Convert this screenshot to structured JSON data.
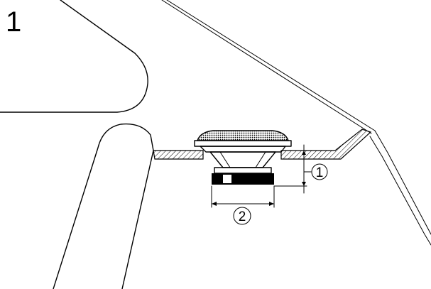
{
  "figure": {
    "number": "1"
  },
  "callouts": {
    "depth": "1",
    "diameter": "2"
  }
}
